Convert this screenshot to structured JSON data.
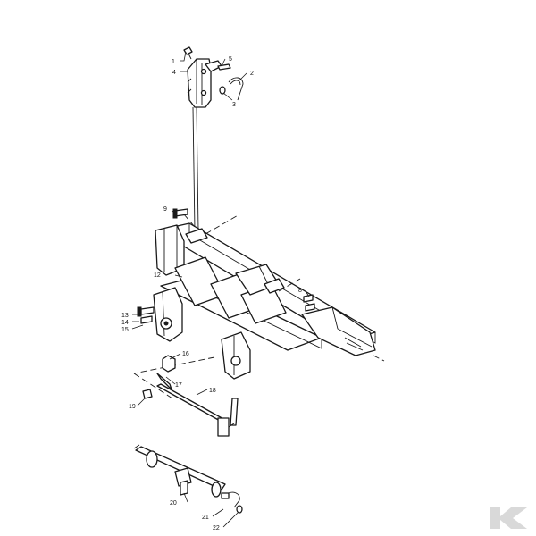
{
  "callouts": [
    {
      "id": "1",
      "label": "1"
    },
    {
      "id": "2",
      "label": "2"
    },
    {
      "id": "3",
      "label": "3"
    },
    {
      "id": "4",
      "label": "4"
    },
    {
      "id": "5",
      "label": "5"
    },
    {
      "id": "8",
      "label": "8"
    },
    {
      "id": "9",
      "label": "9"
    },
    {
      "id": "12",
      "label": "12"
    },
    {
      "id": "13",
      "label": "13"
    },
    {
      "id": "14",
      "label": "14"
    },
    {
      "id": "15",
      "label": "15"
    },
    {
      "id": "16",
      "label": "16"
    },
    {
      "id": "17",
      "label": "17"
    },
    {
      "id": "18",
      "label": "18"
    },
    {
      "id": "19",
      "label": "19"
    },
    {
      "id": "20",
      "label": "20"
    },
    {
      "id": "21",
      "label": "21"
    },
    {
      "id": "22",
      "label": "22"
    }
  ],
  "colors": {
    "line": "#1a1a1a",
    "background": "#ffffff",
    "logo": "#d9d9d9"
  },
  "logo": {
    "icon": "kramp-k-logo-icon"
  }
}
